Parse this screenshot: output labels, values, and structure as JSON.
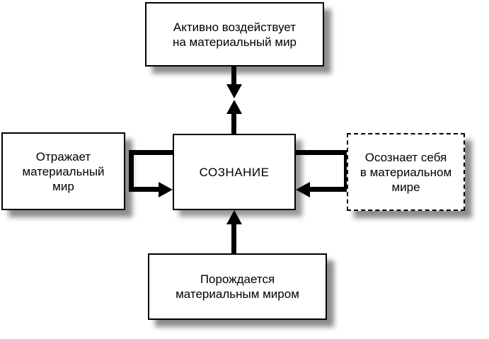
{
  "boxes": {
    "top": {
      "lines": [
        "Активно воздействует",
        "на материальный мир"
      ],
      "border_style": "solid"
    },
    "left": {
      "lines": [
        "Отражает",
        "материальный",
        "мир"
      ],
      "border_style": "solid"
    },
    "center": {
      "label": "СОЗНАНИЕ",
      "border_style": "solid"
    },
    "right": {
      "lines": [
        "Осознает себя",
        "в материальном",
        "мире"
      ],
      "border_style": "dashed"
    },
    "bottom": {
      "lines": [
        "Порождается",
        "материальным миром"
      ],
      "border_style": "solid"
    }
  },
  "connectors": [
    {
      "id": "center-to-top",
      "type": "straight-arrow",
      "direction": "up",
      "from": "center",
      "to": "top"
    },
    {
      "id": "top-to-center",
      "type": "straight-arrow",
      "direction": "down",
      "from": "top",
      "to": "center"
    },
    {
      "id": "bottom-to-center",
      "type": "straight-arrow",
      "direction": "up",
      "from": "bottom",
      "to": "center"
    },
    {
      "id": "left-loop",
      "type": "elbow-arrow",
      "from": "center-left-upper",
      "to": "center-left-lower",
      "arrow_direction": "right"
    },
    {
      "id": "right-loop",
      "type": "elbow-arrow",
      "from": "center-right-upper",
      "to": "center-right-lower",
      "arrow_direction": "left"
    }
  ],
  "colors": {
    "background": "#ffffff",
    "box_fill": "#ffffff",
    "line": "#000000",
    "text": "#000000",
    "shadow": "rgba(0,0,0,0.45)"
  }
}
